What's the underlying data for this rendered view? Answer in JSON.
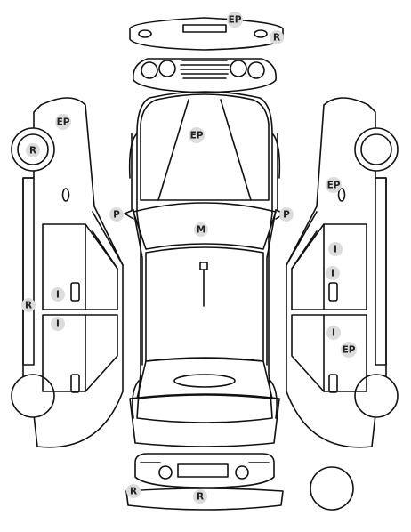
{
  "diagram": {
    "panels": {
      "front_bumper": "",
      "front_fascia": "",
      "hood": "",
      "windshield": "",
      "roof": "",
      "trunk": "",
      "rear_fascia": "",
      "rear_bumper": "",
      "left_side": "",
      "right_side": "",
      "spare_wheel": ""
    },
    "markers": [
      {
        "id": "front-bumper-ep",
        "label": "EP"
      },
      {
        "id": "front-bumper-r",
        "label": "R"
      },
      {
        "id": "left-front-wheel-r",
        "label": "R"
      },
      {
        "id": "left-fender-ep",
        "label": "EP"
      },
      {
        "id": "hood-ep",
        "label": "EP"
      },
      {
        "id": "right-fender-ep",
        "label": "EP"
      },
      {
        "id": "left-mirror-p",
        "label": "P"
      },
      {
        "id": "right-mirror-p",
        "label": "P"
      },
      {
        "id": "roof-m",
        "label": "M"
      },
      {
        "id": "left-rocker-r",
        "label": "R"
      },
      {
        "id": "left-front-door-i",
        "label": "I"
      },
      {
        "id": "left-rear-door-i",
        "label": "I"
      },
      {
        "id": "right-front-door-i-1",
        "label": "I"
      },
      {
        "id": "right-front-door-i-2",
        "label": "I"
      },
      {
        "id": "right-rear-door-i",
        "label": "I"
      },
      {
        "id": "right-rear-door-ep",
        "label": "EP"
      },
      {
        "id": "rear-bumper-r-1",
        "label": "R"
      },
      {
        "id": "rear-bumper-r-2",
        "label": "R"
      }
    ]
  }
}
